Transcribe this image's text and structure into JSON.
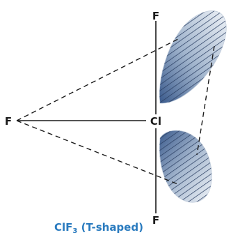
{
  "atoms": {
    "fluorine_top": "F",
    "fluorine_left": "F",
    "fluorine_bottom": "F",
    "chlorine": "Cl"
  },
  "caption": {
    "formula": "ClF",
    "subscript": "3",
    "geometry": " (T-shaped)"
  },
  "colors": {
    "caption": "#2a7bbf",
    "lobe_dark": "#3f5e8f",
    "lobe_light": "#dbe4ef",
    "bond": "#1a1a1a"
  }
}
